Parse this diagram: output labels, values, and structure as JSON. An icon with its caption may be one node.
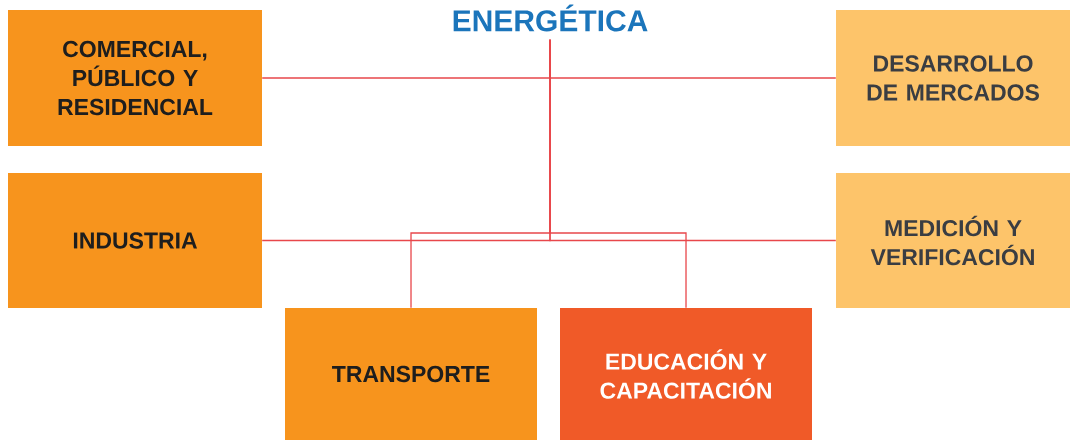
{
  "diagram": {
    "nodes": [
      {
        "text": [
          "ENERGÉTICA"
        ]
      },
      {
        "text": [
          "COMERCIAL, PÚBLICO Y RESIDENCIAL"
        ]
      },
      {
        "text": [
          "DESARROLLO DE MERCADOS"
        ]
      },
      {
        "text": [
          "INDUSTRIA"
        ]
      },
      {
        "text": [
          "MEDICIÓN Y VERIFICACIÓN"
        ]
      },
      {
        "text": [
          "TRANSPORTE"
        ]
      },
      {
        "text": [
          "EDUCACIÓN Y CAPACITACIÓN"
        ]
      }
    ],
    "edges": [
      {
        "from": 0,
        "to": 1,
        "arrow": "none"
      },
      {
        "from": 0,
        "to": 2,
        "arrow": "none"
      },
      {
        "from": 0,
        "to": 3,
        "arrow": "none"
      },
      {
        "from": 0,
        "to": 4,
        "arrow": "none"
      },
      {
        "from": 0,
        "to": 5,
        "arrow": "none"
      },
      {
        "from": 0,
        "to": 6,
        "arrow": "none"
      }
    ]
  }
}
